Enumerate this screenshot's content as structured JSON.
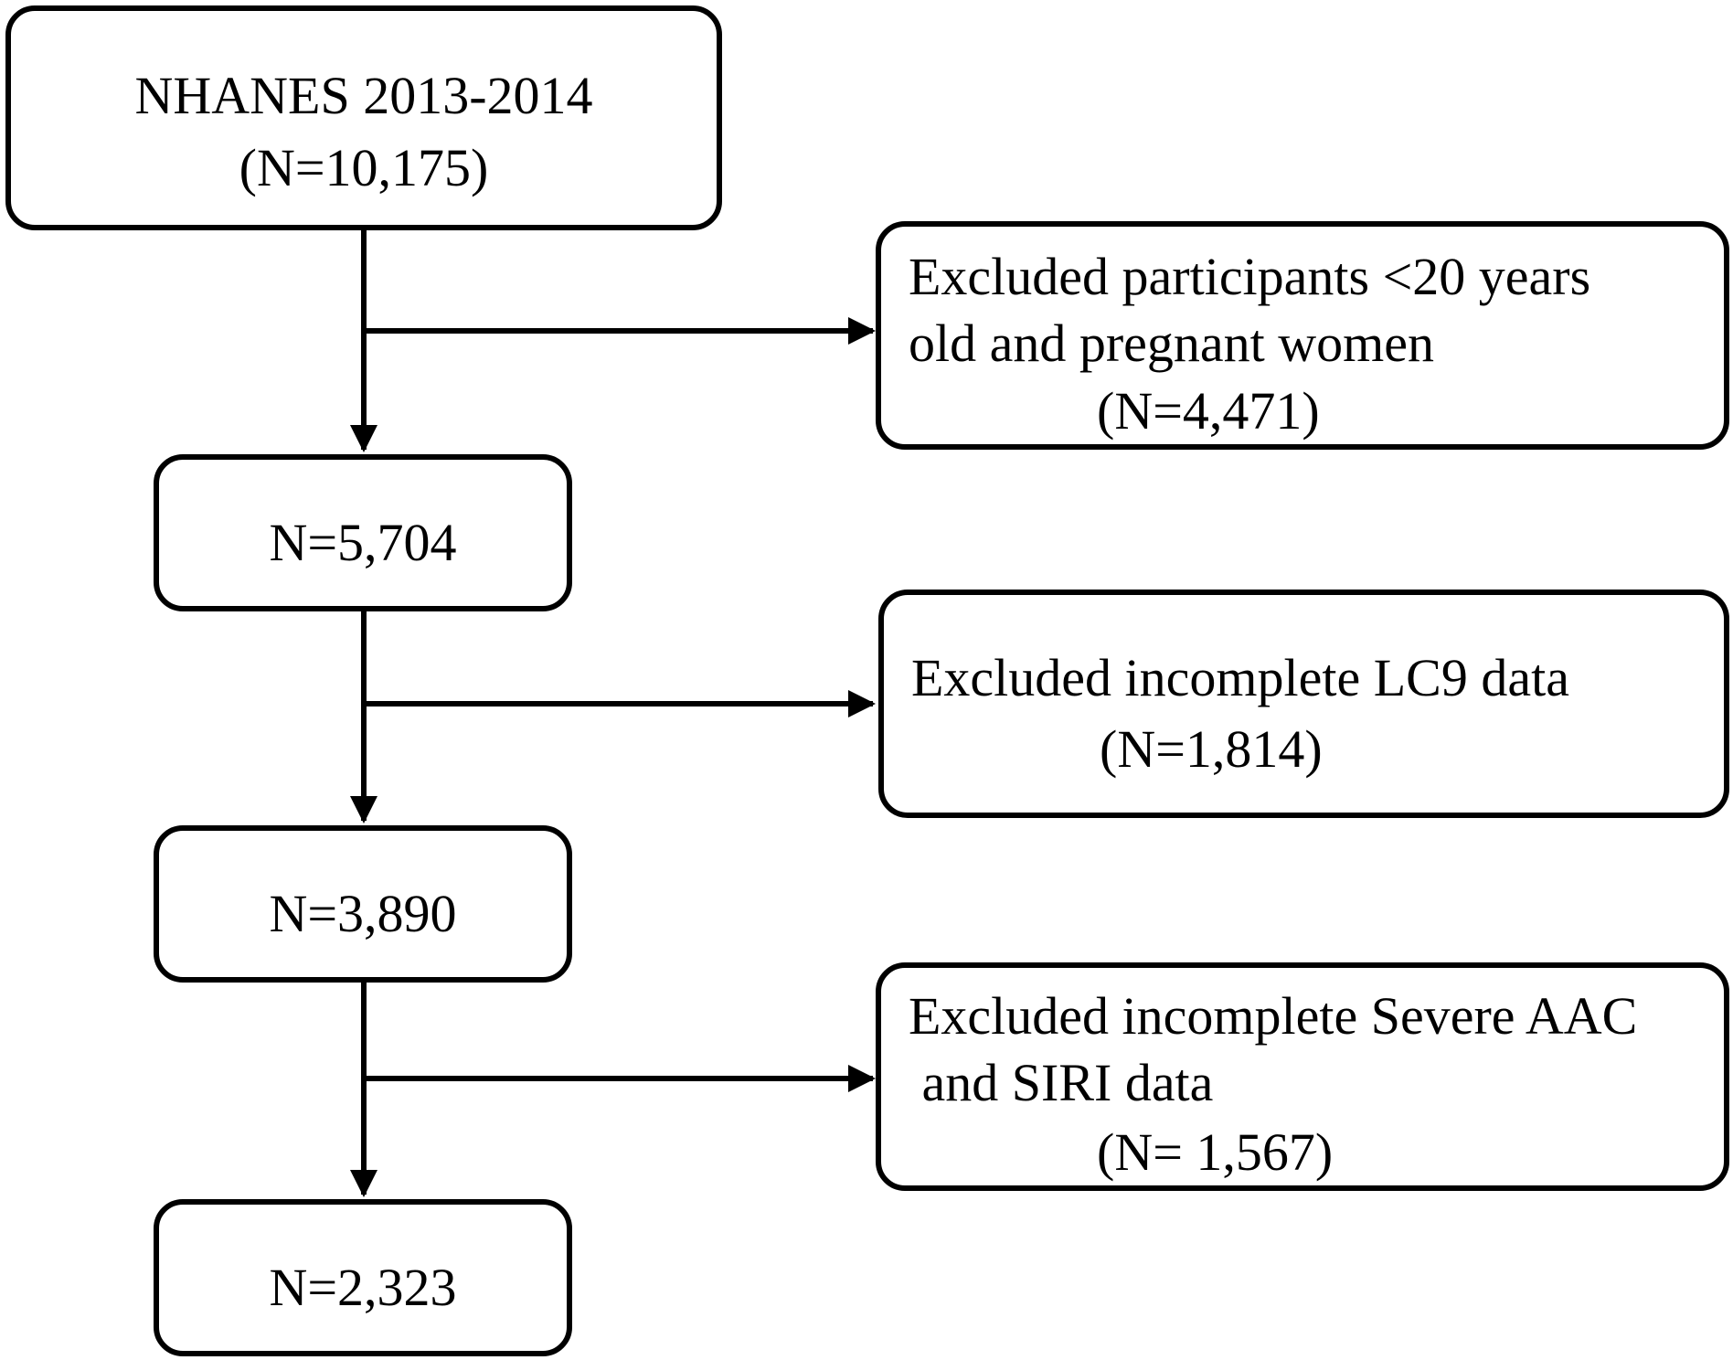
{
  "flowchart": {
    "main_boxes": [
      {
        "lines": [
          "NHANES 2013-2014",
          "(N=10,175)"
        ]
      },
      {
        "lines": [
          "N=5,704"
        ]
      },
      {
        "lines": [
          "N=3,890"
        ]
      },
      {
        "lines": [
          "N=2,323"
        ]
      }
    ],
    "exclusion_boxes": [
      {
        "lines": [
          "Excluded participants <20 years",
          "old and pregnant women",
          "(N=4,471)"
        ]
      },
      {
        "lines": [
          "Excluded incomplete LC9 data",
          "(N=1,814)"
        ]
      },
      {
        "lines": [
          "Excluded incomplete Severe AAC",
          " and SIRI data",
          "(N= 1,567)"
        ]
      }
    ]
  }
}
